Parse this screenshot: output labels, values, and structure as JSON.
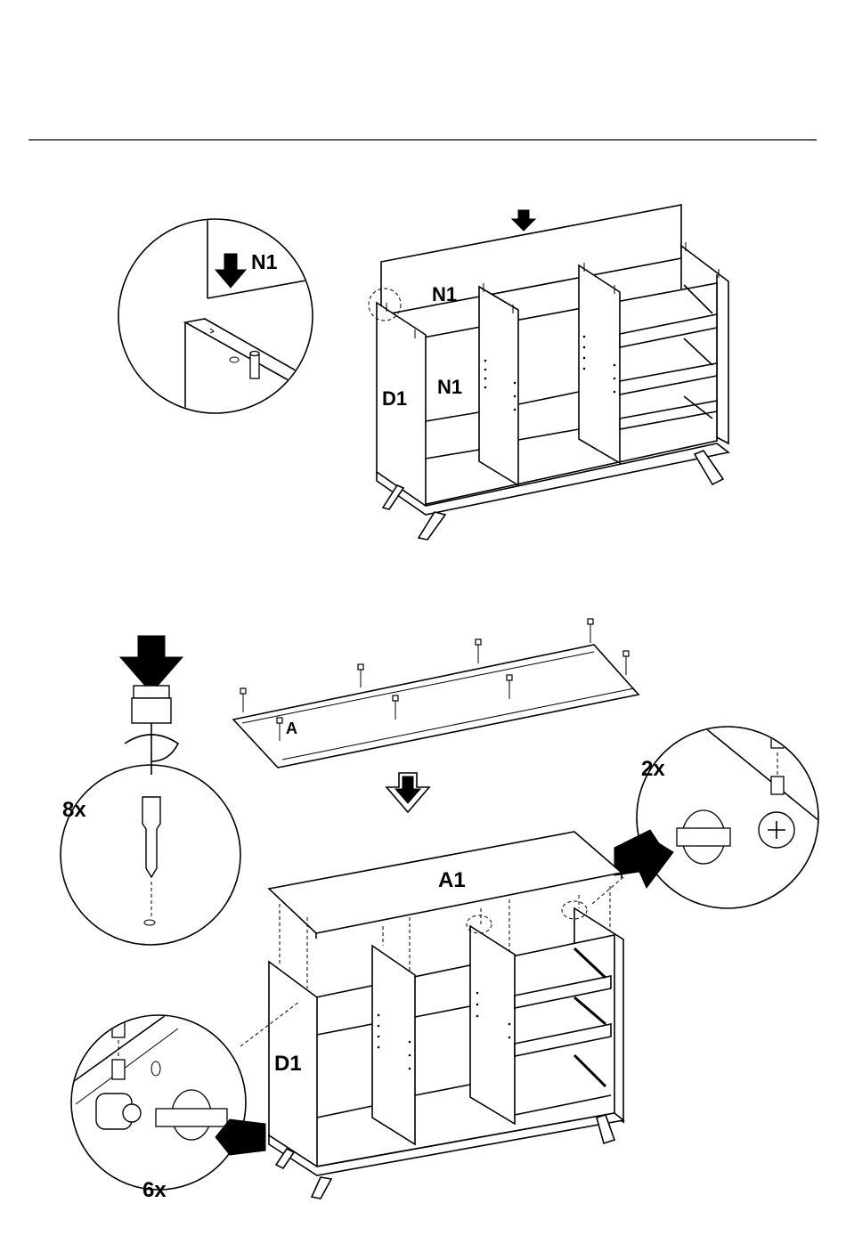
{
  "step1": {
    "detail_label": "N1",
    "panel_label_top": "N1",
    "panel_label_inner": "N1",
    "side_label": "D1"
  },
  "step2": {
    "quantity_dowels": "8x",
    "quantity_cams_right": "2x",
    "quantity_cams_left": "6x",
    "top_panel_label": "A1",
    "screw_label": "A",
    "side_label": "D1"
  }
}
